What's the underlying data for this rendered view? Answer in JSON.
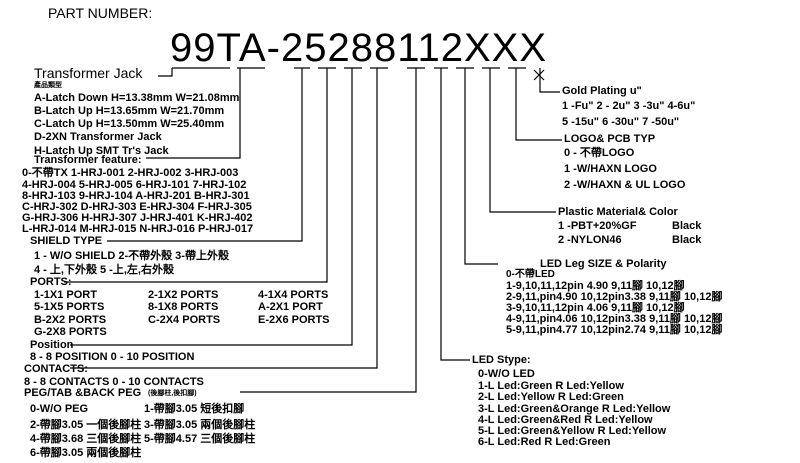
{
  "header": {
    "label": "PART NUMBER:",
    "part_number": "99TA-25288112XXX"
  },
  "jack": {
    "title": "Transformer Jack",
    "subtitle": "產品類型",
    "items": [
      "A-Latch Down H=13.38mm W=21.08mm",
      "B-Latch Up H=13.65mm W=21.70mm",
      "C-Latch Up H=13.50mm W=25.40mm",
      "D-2XN Transformer Jack",
      "H-Latch Up SMT Tr's Jack"
    ]
  },
  "feature": {
    "title": "Transformer feature:",
    "rows": [
      "0-不帶TX  1-HRJ-001  2-HRJ-002  3-HRJ-003",
      "4-HRJ-004  5-HRJ-005  6-HRJ-101  7-HRJ-102",
      "8-HRJ-103  9-HRJ-104  A-HRJ-201  B-HRJ-301",
      "C-HRJ-302  D-HRJ-303  E-HRJ-304  F-HRJ-305",
      "G-HRJ-306  H-HRJ-307  J-HRJ-401  K-HRJ-402",
      "L-HRJ-014  M-HRJ-015  N-HRJ-016  P-HRJ-017"
    ]
  },
  "shield": {
    "title": "SHIELD TYPE",
    "rows": [
      "1 - W/O SHIELD   2-不帶外殼   3-帶上外殼",
      "4 - 上,下外殼   5 -上,左,右外殼"
    ]
  },
  "ports": {
    "title": "PORTS:",
    "rows": [
      [
        "1-1X1 PORT",
        "2-1X2 PORTS",
        "4-1X4 PORTS"
      ],
      [
        "5-1X5 PORTS",
        "8-1X8 PORTS",
        "A-2X1 PORT"
      ],
      [
        "B-2X2 PORTS",
        "C-2X4 PORTS",
        "E-2X6 PORTS"
      ],
      [
        "G-2X8 PORTS",
        "",
        ""
      ]
    ]
  },
  "position": {
    "title": "Position",
    "row": "8 - 8 POSITION    0 - 10 POSITION"
  },
  "contacts": {
    "title": "CONTACTS:",
    "row": "8 - 8 CONTACTS    0 - 10 CONTACTS"
  },
  "peg": {
    "title": "PEG/TAB &BACK PEG",
    "title_note": "(後腳柱,後扣腳)",
    "rows": [
      [
        "0-W/O PEG",
        "1-帶腳3.05 短後扣腳"
      ],
      [
        "2-帶腳3.05 一個後腳柱",
        "3-帶腳3.05 兩個後腳柱"
      ],
      [
        "4-帶腳3.68 三個後腳柱",
        "5-帶腳4.57 三個後腳柱"
      ],
      [
        "6-帶腳3.05 兩個後腳柱",
        ""
      ]
    ]
  },
  "gold": {
    "title": "Gold Plating u\"",
    "rows": [
      "1 -Fu\"  2 - 2u\"  3 -3u\"  4-6u\"",
      "5 -15u\"  6 -30u\"  7 -50u\""
    ]
  },
  "logo": {
    "title": "LOGO& PCB TYP",
    "rows": [
      "0 - 不帶LOGO",
      "1 -W/HAXN LOGO",
      "2 -W/HAXN & UL LOGO"
    ]
  },
  "plastic": {
    "title": "Plastic Material& Color",
    "rows": [
      [
        "1 -PBT+20%GF",
        "Black"
      ],
      [
        "2 -NYLON46",
        "Black"
      ]
    ]
  },
  "led_leg": {
    "title": "LED Leg SIZE & Polarity",
    "rows": [
      "0-不帶LED",
      "1-9,10,11,12pin 4.90   9,11腳 10,12腳",
      "2-9,11,pin4.90   10,12pin3.38  9,11腳 10,12腳",
      "3-9,10,11,12pin 4.06   9,11腳 10,12腳",
      "4-9,11,pin4.06   10,12pin3.38  9,11腳 10,12腳",
      "5-9,11,pin4.77   10,12pin2.74  9,11腳 10,12腳"
    ]
  },
  "led_type": {
    "title": "LED Stype:",
    "rows": [
      "0-W/O LED",
      "1-L Led:Green R Led:Yellow",
      "2-L Led:Yellow R Led:Green",
      "3-L Led:Green&Orange R Led:Yellow",
      "4-L Led:Green&Red R Led:Yellow",
      "5-L Led:Green&Yellow R Led:Yellow",
      "6-L Led:Red R Led:Green"
    ]
  }
}
